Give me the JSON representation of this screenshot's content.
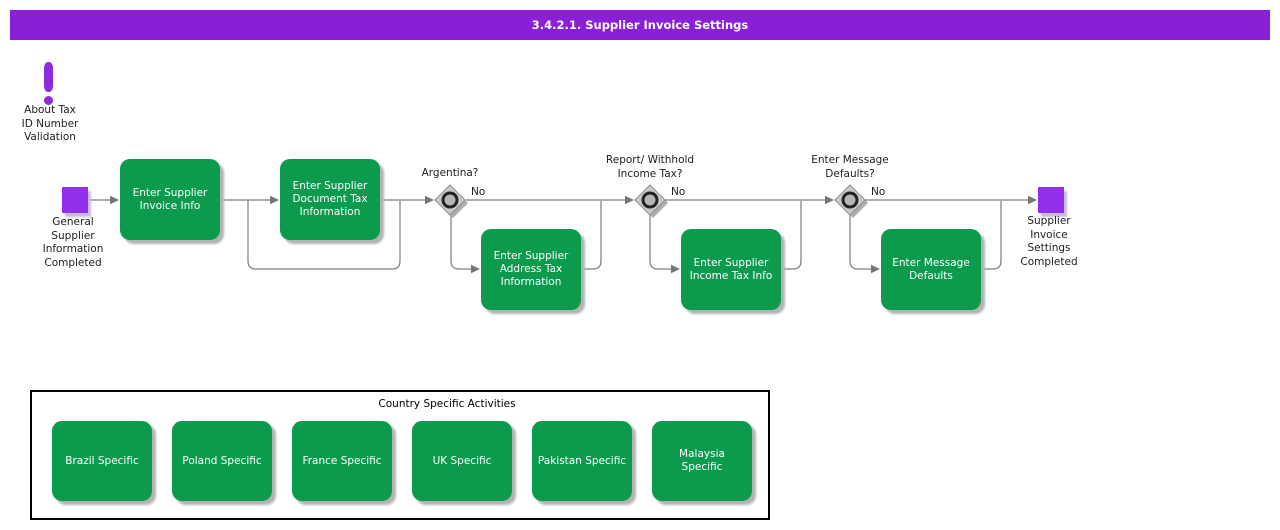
{
  "header": {
    "title": "3.4.2.1. Supplier Invoice Settings"
  },
  "note": {
    "label": "About Tax\nID Number\nValidation"
  },
  "flow": {
    "start_label": "General\nSupplier\nInformation\nCompleted",
    "end_label": "Supplier\nInvoice\nSettings\nCompleted",
    "activities": [
      {
        "label": "Enter Supplier\nInvoice Info"
      },
      {
        "label": "Enter Supplier\nDocument Tax\nInformation"
      },
      {
        "label": "Enter Supplier\nAddress Tax\nInformation"
      },
      {
        "label": "Enter Supplier\nIncome Tax Info"
      },
      {
        "label": "Enter Message\nDefaults"
      }
    ],
    "decisions": [
      {
        "label": "Argentina?",
        "no_label": "No"
      },
      {
        "label": "Report/ Withhold\nIncome Tax?",
        "no_label": "No"
      },
      {
        "label": "Enter Message\nDefaults?",
        "no_label": "No"
      }
    ]
  },
  "country_section": {
    "title": "Country Specific Activities",
    "items": [
      "Brazil Specific",
      "Poland Specific",
      "France Specific",
      "UK Specific",
      "Pakistan Specific",
      "Malaysia\nSpecific"
    ]
  },
  "colors": {
    "header_purple": "#8A1FD8",
    "node_purple": "#9130E8",
    "activity_green": "#0C9B4D",
    "connector_gray": "#7D7D7D",
    "diamond_gray": "#C9C9C9"
  }
}
